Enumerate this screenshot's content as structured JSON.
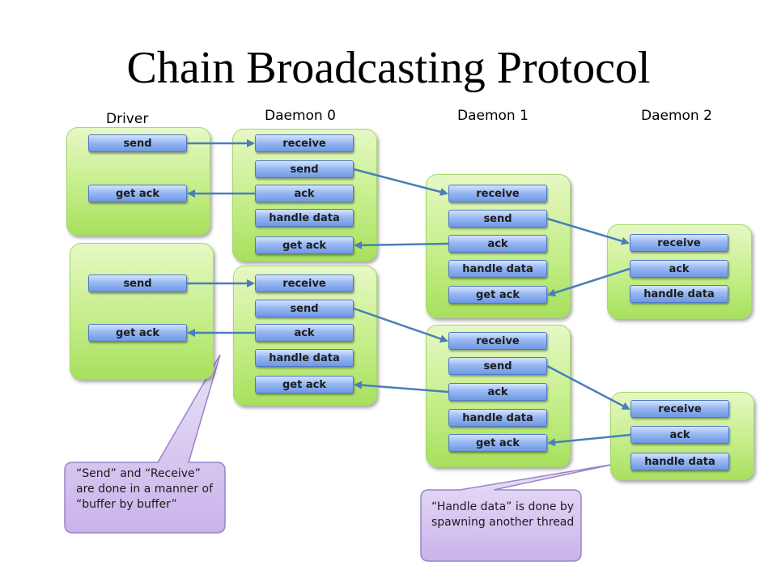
{
  "title": "Chain Broadcasting Protocol",
  "columns": {
    "driver": "Driver",
    "daemon0": "Daemon 0",
    "daemon1": "Daemon 1",
    "daemon2": "Daemon 2"
  },
  "steps": {
    "send": "send",
    "receive": "receive",
    "get_ack": "get ack",
    "ack": "ack",
    "handle_data": "handle data"
  },
  "callouts": {
    "buffer": "“Send” and “Receive” are done in a manner of “buffer by buffer”",
    "thread": "“Handle data” is done by spawning another thread"
  },
  "colors": {
    "arrow": "#4a7ebb",
    "group_fill": "#c5ee8a",
    "step_fill": "#98b8f2",
    "callout_fill": "#d9c9ef"
  }
}
